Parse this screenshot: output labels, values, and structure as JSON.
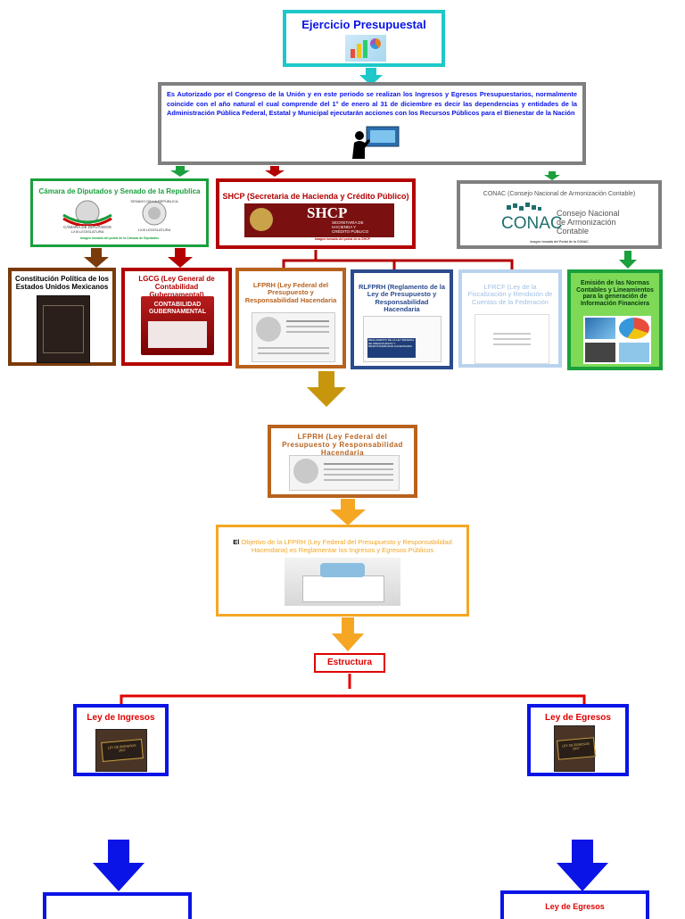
{
  "colors": {
    "teal": "#1ec8c8",
    "grey": "#7f7f7f",
    "green": "#1aa03c",
    "darkred": "#b30000",
    "brown": "#7a3a0a",
    "orange_brown": "#b8621e",
    "navy": "#2a4b8d",
    "lightblue": "#b9d3ee",
    "orange": "#f5a623",
    "blue": "#0a14e6",
    "red": "#e00000"
  },
  "top": {
    "title": "Ejercicio Presupuestal"
  },
  "intro": {
    "text": "Es Autorizado por el Congreso de la Unión y en este periodo se realizan los Ingresos y Egresos Presupuestarios, normalmente coincide con el año natural el cual comprende del 1° de enero al 31 de diciembre es decir las dependencias y entidades de la Administración Pública Federal, Estatal y Municipal ejecutarán acciones con los Recursos Públicos para el Bienestar de la Nación"
  },
  "camara": {
    "title": "Cámara de Diputados y Senado de la Republica",
    "logo_left": "CÁMARA DE DIPUTADOS",
    "logo_left_sub": "LXIII LEGISLATURA",
    "logo_right": "SENADO DE LA REPÚBLICA",
    "logo_right_sub": "LXIII LEGISLATURA",
    "caption": "Imagen tomada del portal de la Cámara de Diputados"
  },
  "shcp": {
    "title": "SHCP (Secretaria de Hacienda y Crédito Público)",
    "logo": "SHCP",
    "logo_sub1": "SECRETARÍA DE",
    "logo_sub2": "HACIENDA Y",
    "logo_sub3": "CRÉDITO PÚBLICO",
    "caption": "Imagen tomada del portal de la SHCP"
  },
  "conac": {
    "title": "CONAC (Consejo Nacional de Armonización Contable)",
    "logo": "CONAC",
    "logo_line1": "Consejo Nacional",
    "logo_line2": "de Armonización",
    "logo_line3": "Contable",
    "caption": "Imagen tomada del Portal de la CONAC"
  },
  "row": {
    "constitucion": "Constitución Política de los Estados Unidos Mexicanos",
    "lgcg": "LGCG (Ley General de Contabilidad Gubernamental)",
    "lgcg_book": "CONTABILIDAD GUBERNAMENTAL",
    "lfprh": "LFPRH (Ley Federal del Presupuesto y Responsabilidad Hacendaria",
    "rlfprh": "RLFPRH (Reglamento de la Ley de Presupuesto y Responsabilidad Hacendaria",
    "rlfprh_doc": "REGLAMENTO DE LA LEY FEDERAL DE PRESUPUESTO Y RESPONSABILIDAD HACENDARIA",
    "lfrcf": "LFRCF (Ley de la Fiscalización y Rendición de Cuentas de la Federación",
    "emision": "Emisión de las Normas Contables y Lineamientos para la generación de Información Financiera"
  },
  "lfprh_big": {
    "title": "LFPRH (Ley Federal del Presupuesto y Responsabilidad Hacendaria"
  },
  "objetivo": {
    "prefix": "El",
    "text": "Objetivo de la LFPRH (Ley Federal del Presupuesto y Responsabilidad Hacendaria) es Reglamentar los Ingresos y Egresos Públicos"
  },
  "estructura": {
    "label": "Estructura"
  },
  "ingresos": {
    "label": "Ley de Ingresos",
    "book": "LEY DE INGRESOS 2017"
  },
  "egresos": {
    "label": "Ley de Egresos",
    "book": "LEY DE EGRESOS 2017"
  },
  "bottom": {
    "right_label": "Ley de Egresos"
  }
}
